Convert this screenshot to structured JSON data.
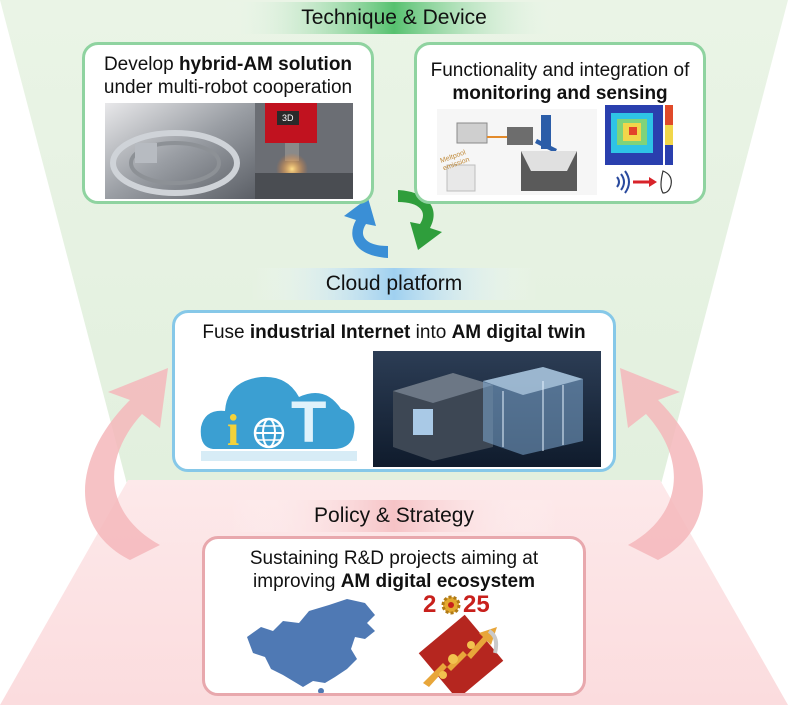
{
  "sections": {
    "technique": {
      "header": "Technique & Device",
      "card_left": {
        "line1_pre": "Develop ",
        "line1_bold": "hybrid-AM solution",
        "line2": "under multi-robot cooperation",
        "image_label": "3D"
      },
      "card_right": {
        "line1": "Functionality and integration of",
        "line2_bold": "monitoring and sensing",
        "image_label": "Meltpool emission"
      }
    },
    "cloud": {
      "header": "Cloud platform",
      "card": {
        "pre": "Fuse ",
        "bold1": "industrial Internet",
        "mid": " into ",
        "bold2": "AM digital twin",
        "iot_i": "i",
        "iot_t": "T"
      }
    },
    "policy": {
      "header": "Policy & Strategy",
      "card": {
        "line1": "Sustaining R&D projects aiming at",
        "line2_pre": "improving ",
        "line2_bold": "AM digital ecosystem",
        "badge_year_2": "2",
        "badge_year_25": "25"
      }
    }
  },
  "colors": {
    "green_bg": "#e6f3e3",
    "green_accent": "#2aa84a",
    "blue_accent": "#3a8fd6",
    "pink_bg": "#fbe3e4",
    "pink_arrow": "#f4b7bb",
    "map_blue": "#4f79b4",
    "badge_red": "#c8201c"
  }
}
